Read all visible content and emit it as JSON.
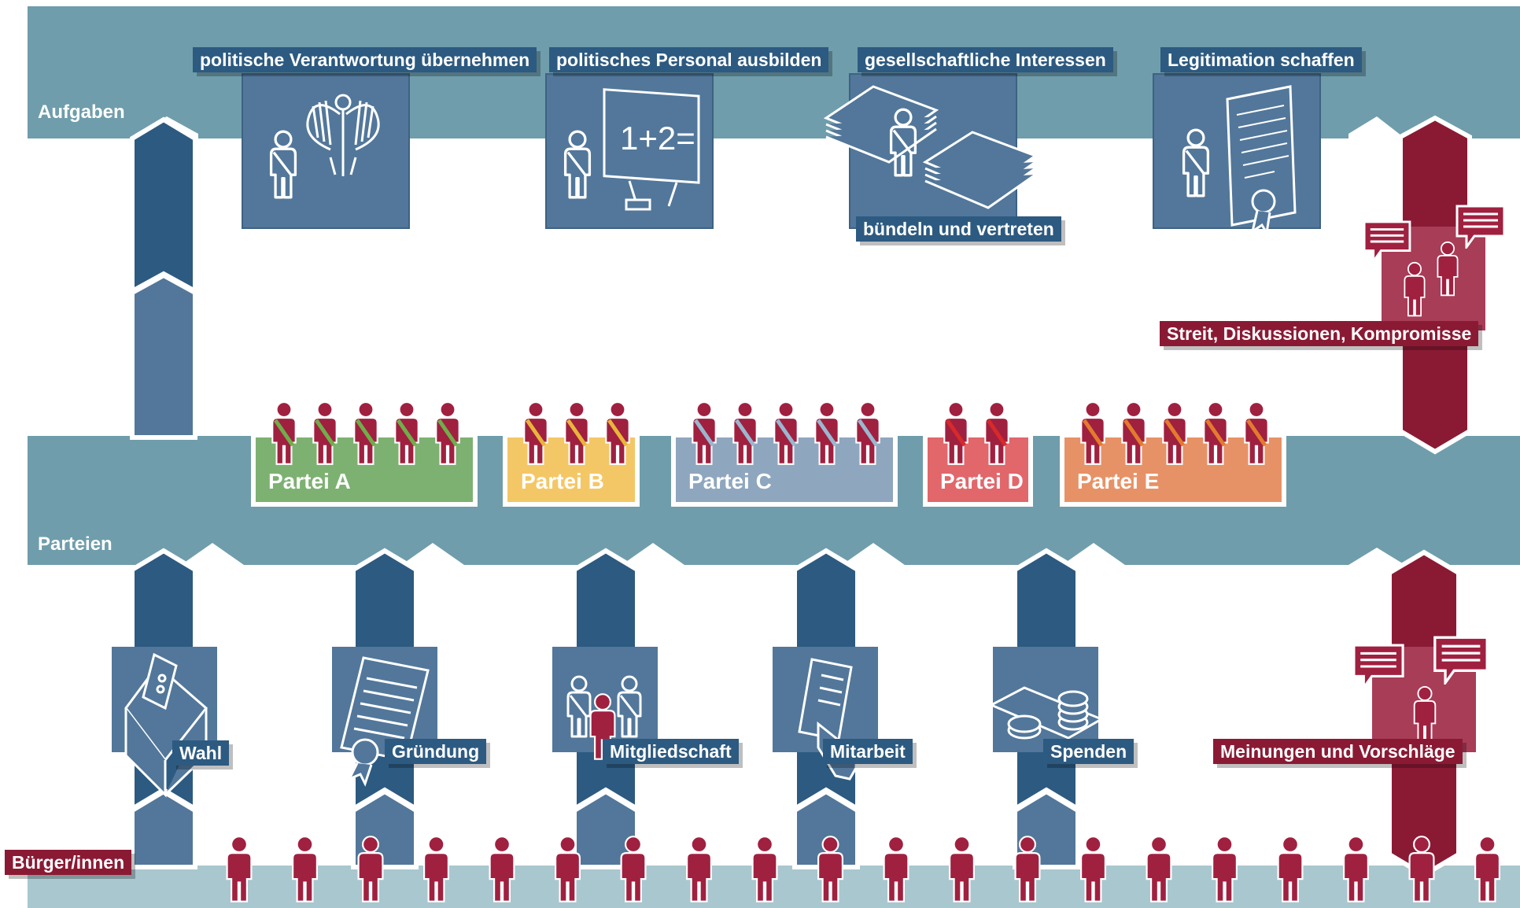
{
  "rows": {
    "tasks_label": "Aufgaben",
    "parties_label": "Parteien",
    "citizens_label": "Bürger/innen"
  },
  "tasks": [
    {
      "label": "politische Verantwortung übernehmen",
      "icon": "eagle-icon"
    },
    {
      "label": "politisches Personal ausbilden",
      "icon": "blackboard-icon",
      "board_text": "1+2="
    },
    {
      "label": "gesellschaftliche Interessen",
      "label2": "bündeln und vertreten",
      "icon": "papers-icon"
    },
    {
      "label": "Legitimation schaffen",
      "icon": "certificate-icon"
    }
  ],
  "debate": {
    "label": "Streit, Diskussionen, Kompromisse",
    "icon": "speech-bubbles-icon"
  },
  "parties": [
    {
      "name": "Partei A",
      "color": "#7db171",
      "sash": "#6fae4a",
      "members": 5
    },
    {
      "name": "Partei B",
      "color": "#f4c766",
      "sash": "#e8b53a",
      "members": 3
    },
    {
      "name": "Partei C",
      "color": "#8fa6bf",
      "sash": "#9ab7d0",
      "members": 5
    },
    {
      "name": "Partei D",
      "color": "#e1676b",
      "sash": "#d82a2a",
      "members": 2
    },
    {
      "name": "Partei E",
      "color": "#e79266",
      "sash": "#e37b2d",
      "members": 5
    }
  ],
  "participation": [
    {
      "label": "Wahl",
      "icon": "ballot-box-icon"
    },
    {
      "label": "Gründung",
      "icon": "founding-document-icon"
    },
    {
      "label": "Mitgliedschaft",
      "icon": "membership-icon"
    },
    {
      "label": "Mitarbeit",
      "icon": "hand-document-icon"
    },
    {
      "label": "Spenden",
      "icon": "money-icon"
    },
    {
      "label": "Meinungen und Vorschläge",
      "icon": "speech-bubbles-icon"
    }
  ],
  "citizens_count": 20,
  "colors": {
    "band": "#6f9dab",
    "band_citizens": "#a9c7cf",
    "blue_dark": "#2d5a80",
    "blue_mid": "#52779a",
    "red": "#8a1a34",
    "red_light": "#a83d58",
    "person": "#a02040"
  }
}
